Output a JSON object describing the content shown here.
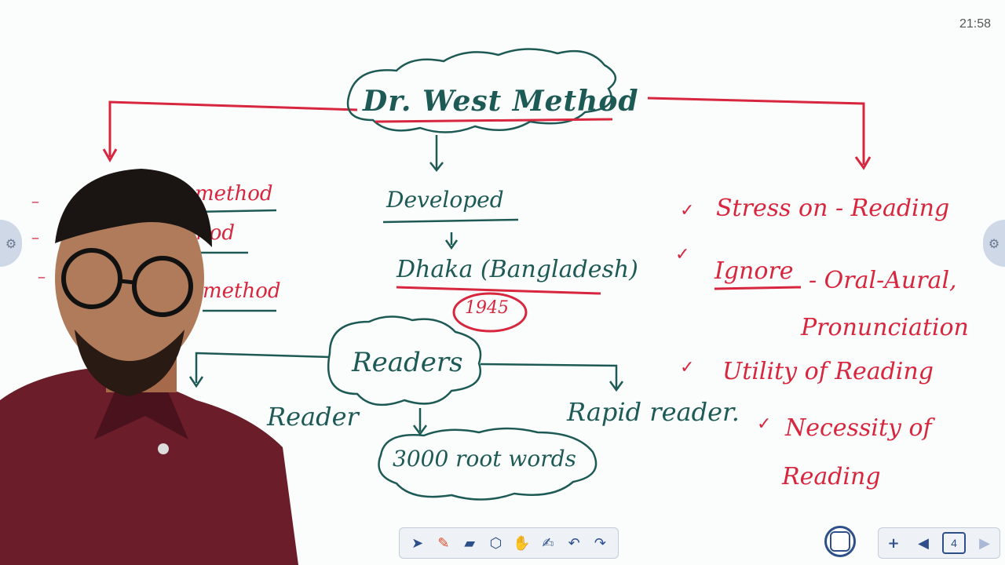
{
  "status": {
    "time": "21:58"
  },
  "board": {
    "title": "Dr. West Method",
    "developed": "Developed",
    "place": "Dhaka (Bangladesh)",
    "year": "1945",
    "readers": "Readers",
    "root_words": "3000 root words",
    "rapid_reader": "Rapid reader.",
    "reader_left": "Reader",
    "left_items": [
      "method",
      "hod",
      "method"
    ],
    "right_items": {
      "stress": "Stress on - Reading",
      "ignore": "Ignore",
      "ignore_rest": "- Oral-Aural,",
      "pronunciation": "Pronunciation",
      "utility": "Utility of Reading",
      "necessity_1": "Necessity of",
      "necessity_2": "Reading"
    }
  },
  "toolbar": {
    "items": [
      "pointer-icon",
      "pen-icon",
      "highlighter-icon",
      "eraser-icon",
      "hand-icon",
      "magic-pen-icon",
      "undo-icon",
      "redo-icon"
    ]
  },
  "nav": {
    "page": "4"
  },
  "colors": {
    "teal": "#1e5a55",
    "red": "#d7263d",
    "toolbar_blue": "#2d4f8a"
  }
}
